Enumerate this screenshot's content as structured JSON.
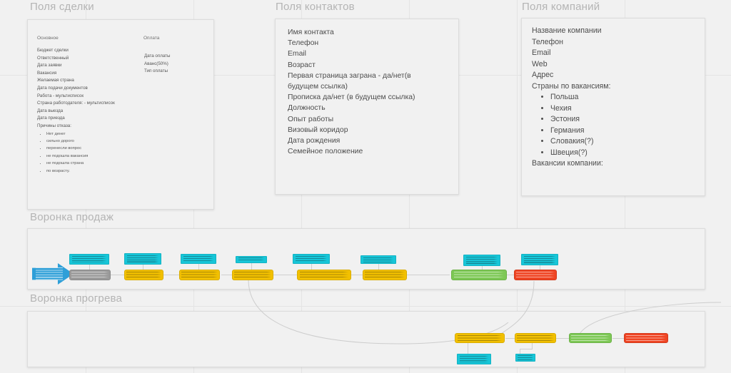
{
  "board": {
    "background": "#f1f1f1",
    "grid_color": "#e4e4e4",
    "heading_color": "#b4b4b4"
  },
  "sections": [
    {
      "key": "deal",
      "title": "Поля сделки"
    },
    {
      "key": "contacts",
      "title": "Поля контактов"
    },
    {
      "key": "companies",
      "title": "Поля компаний"
    },
    {
      "key": "sales",
      "title": "Воронка продаж"
    },
    {
      "key": "warm",
      "title": "Воронка прогрева"
    }
  ],
  "deal_card": {
    "columns": [
      {
        "header": "Основное",
        "items": [
          "Бюджет сделки",
          "Ответственный",
          "Дата заявки",
          "Вакансия",
          "Желаемая страна",
          "Дата подачи документов",
          "Работа - мультисписок",
          "Страна работодателя: - мультисписок",
          "Дата выезда",
          "Дата приезда",
          "Причины отказа:"
        ],
        "bullets": [
          "Нет денег",
          "сильно дорого",
          "перенесли вопрос",
          "не подошла вакансия",
          "не подошла страна",
          "по возрасту."
        ]
      },
      {
        "header": "Оплата",
        "items": [
          "Дата оплаты",
          "Аванс(50%)",
          "Тип оплаты"
        ],
        "bullets": []
      }
    ]
  },
  "contacts_card": {
    "items": [
      "Имя контакта",
      "Телефон",
      "Email",
      "Возраст",
      "Первая страница заграна - да/нет(в будущем ссылка)",
      "Прописка да/нет (в будущем ссылка)",
      "Должность",
      "Опыт работы",
      "Визовый коридор",
      "Дата рождения",
      "Семейное положение"
    ]
  },
  "companies_card": {
    "items_before": [
      "Название компании",
      "Телефон",
      "Email",
      "Web",
      "Адрес",
      "Страны по вакансиям:"
    ],
    "bullets": [
      "Польша",
      "Чехия",
      "Эстония",
      "Германия",
      "Словакия(?)",
      "Швеция(?)"
    ],
    "items_after": [
      "Вакансии компании:"
    ]
  },
  "palette": {
    "gray": "#9a9a9a",
    "yellow": "#f2c000",
    "green": "#7dc855",
    "red": "#ef4423",
    "cyan": "#17c6d8",
    "blue_arrow": "#2e9fd8",
    "connector": "#cfcfcf"
  },
  "sales_funnel": {
    "start_shape": {
      "type": "arrow",
      "color": "#2e9fd8",
      "label": ""
    },
    "stages": [
      {
        "color": "gray",
        "label": "",
        "note": ""
      },
      {
        "color": "yellow",
        "label": "",
        "note": ""
      },
      {
        "color": "yellow",
        "label": "",
        "note": ""
      },
      {
        "color": "yellow",
        "label": "",
        "note": ""
      },
      {
        "color": "yellow",
        "label": "",
        "note": ""
      },
      {
        "color": "yellow",
        "label": "",
        "note": ""
      },
      {
        "color": "green",
        "label": "",
        "note": ""
      },
      {
        "color": "red",
        "label": "",
        "note": ""
      }
    ]
  },
  "warm_funnel": {
    "stages": [
      {
        "color": "yellow",
        "label": "",
        "note": ""
      },
      {
        "color": "yellow",
        "label": "",
        "note": ""
      },
      {
        "color": "green",
        "label": "",
        "note": ""
      },
      {
        "color": "red",
        "label": "",
        "note": ""
      }
    ]
  }
}
